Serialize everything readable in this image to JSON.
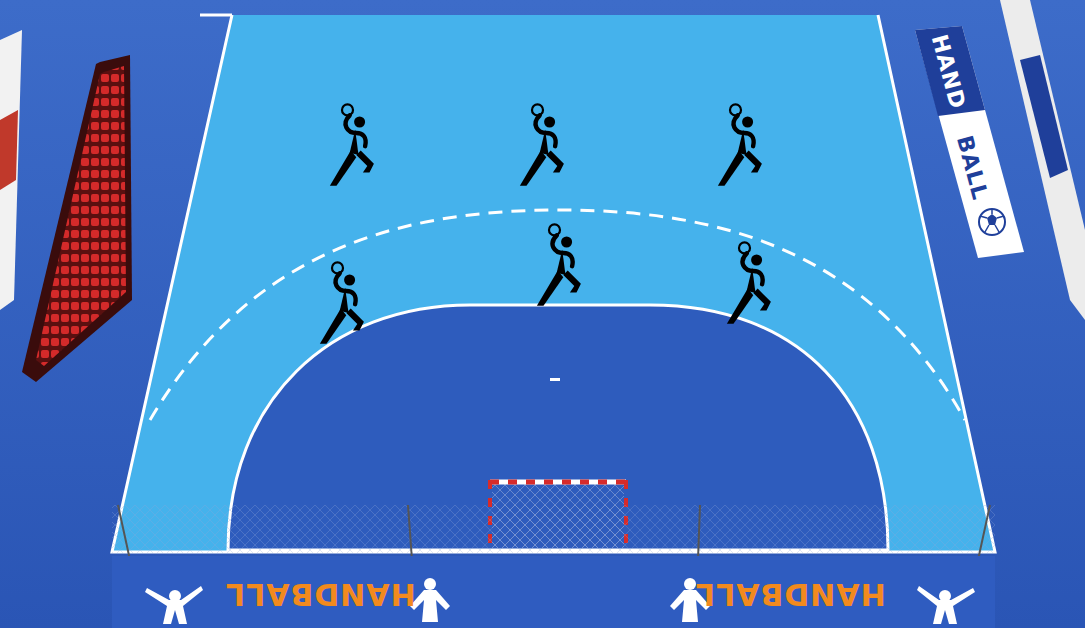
{
  "diagram": {
    "labels": [
      "HAND",
      "BALL",
      "HANDBALL",
      "HANDBALL"
    ]
  }
}
